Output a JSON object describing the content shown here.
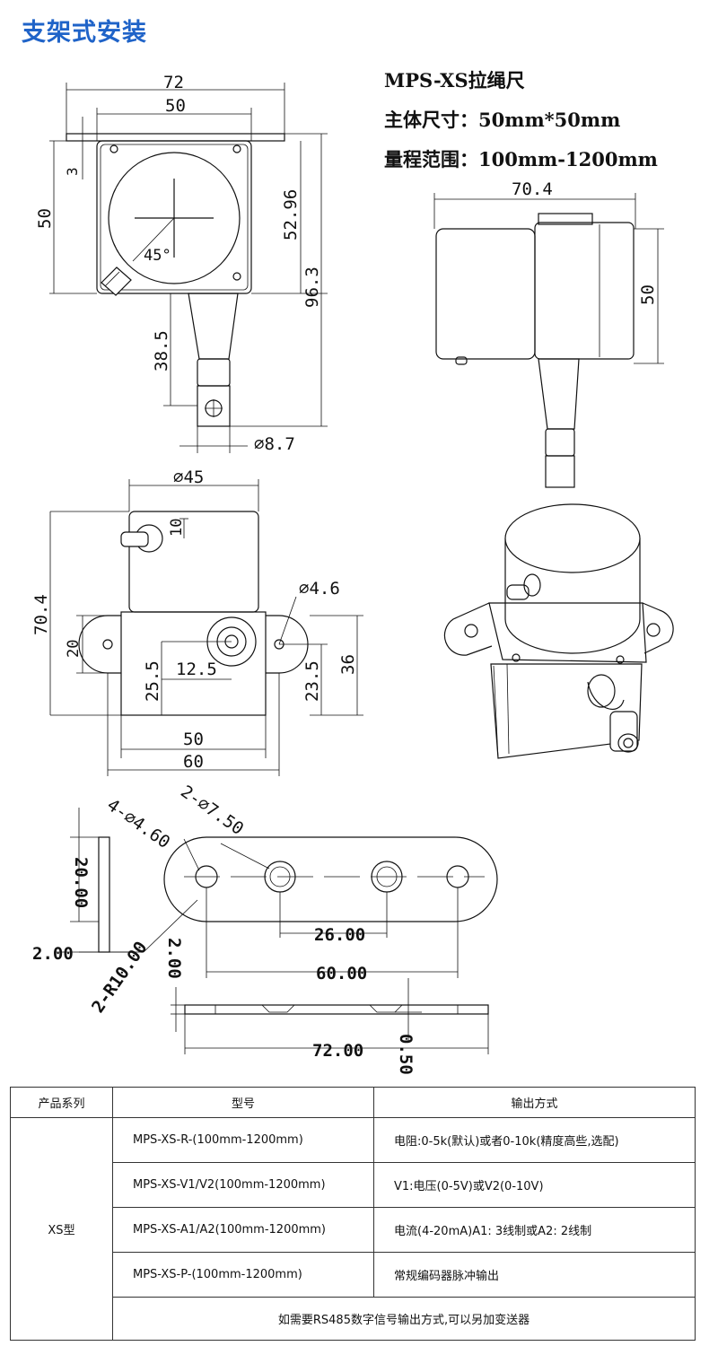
{
  "page_title": "支架式安装",
  "specs": {
    "model_line": "MPS-XS拉绳尺",
    "body_size": "主体尺寸：50mm*50mm",
    "range": "量程范围：100mm-1200mm"
  },
  "dims": {
    "d72": "72",
    "d50": "50",
    "d3": "3",
    "d50v": "50",
    "d52": "52.96",
    "d96": "96.3",
    "d38": "38.5",
    "d87": "⌀8.7",
    "d45deg": "45°",
    "d704": "70.4",
    "d50s": "50",
    "d45": "⌀45",
    "d10": "10",
    "d704v": "70.4",
    "d46": "⌀4.6",
    "d20": "20",
    "d36": "36",
    "d125": "12.5",
    "d255": "25.5",
    "d235": "23.5",
    "d50b": "50",
    "d60": "60",
    "holes4": "4-⌀4.60",
    "holes2": "2-⌀7.50",
    "d2000": "20.00",
    "d200": "2.00",
    "r10": "2-R10.00",
    "d200b": "2.00",
    "d2600": "26.00",
    "d6000": "60.00",
    "d7200": "72.00",
    "d050": "0.50"
  },
  "table": {
    "headers": [
      "产品系列",
      "型号",
      "输出方式"
    ],
    "series": "XS型",
    "rows": [
      {
        "model": "MPS-XS-R-(100mm-1200mm)",
        "output": "电阻:0-5k(默认)或者0-10k(精度高些,选配)"
      },
      {
        "model": "MPS-XS-V1/V2(100mm-1200mm)",
        "output": "V1:电压(0-5V)或V2(0-10V)"
      },
      {
        "model": "MPS-XS-A1/A2(100mm-1200mm)",
        "output": "电流(4-20mA)A1: 3线制或A2: 2线制"
      },
      {
        "model": "MPS-XS-P-(100mm-1200mm)",
        "output": "常规编码器脉冲输出"
      }
    ],
    "note": "如需要RS485数字信号输出方式,可以另加变送器"
  }
}
